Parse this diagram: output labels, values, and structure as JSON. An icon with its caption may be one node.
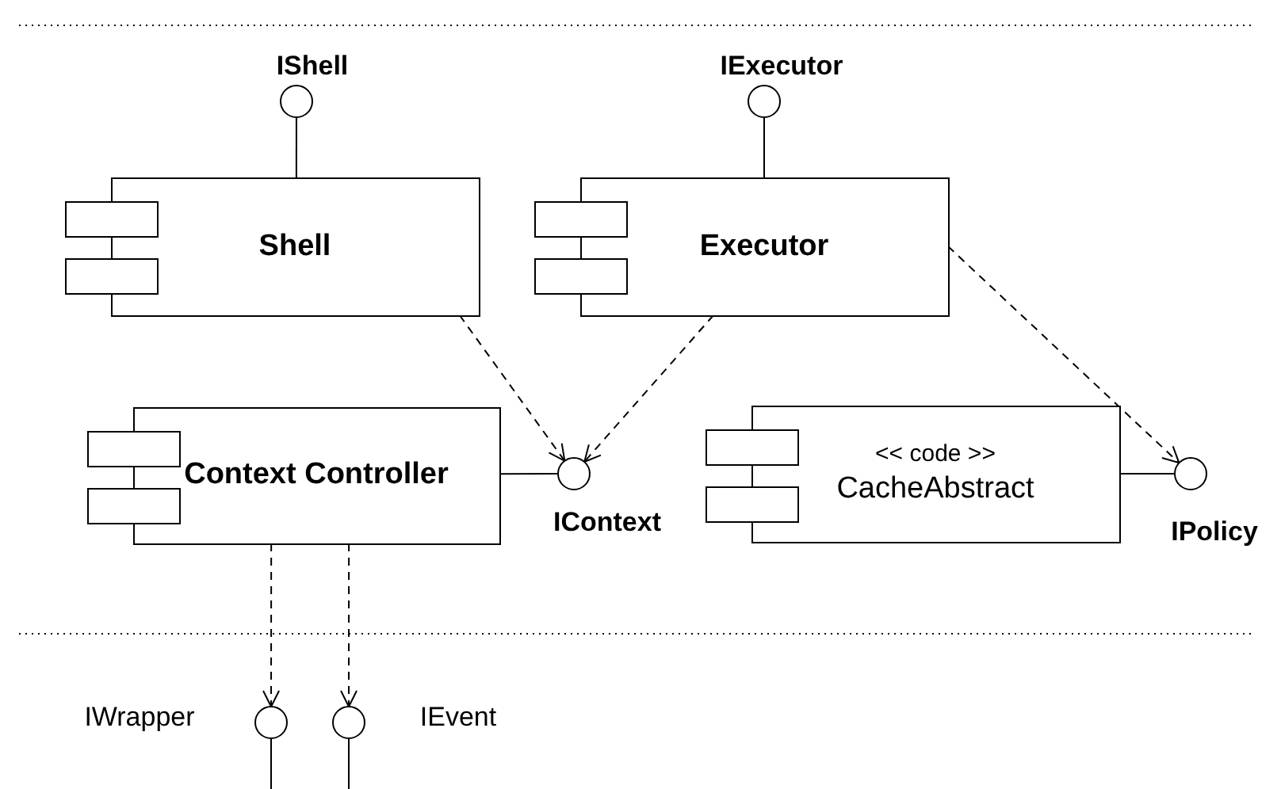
{
  "diagram": {
    "nodes": [
      {
        "text": [
          "IShell"
        ]
      },
      {
        "text": [
          "IExecutor"
        ]
      },
      {
        "text": [
          "Shell"
        ]
      },
      {
        "text": [
          "Executor"
        ]
      },
      {
        "text": [
          "Context Controller"
        ]
      },
      {
        "text": [
          "IContext"
        ]
      },
      {
        "text": [
          "<< code >>",
          "CacheAbstract"
        ]
      },
      {
        "text": [
          "IPolicy"
        ]
      },
      {
        "text": [
          "IWrapper"
        ]
      },
      {
        "text": [
          "IEvent"
        ]
      }
    ],
    "edges": [
      {
        "from": 2,
        "to": 0,
        "arrow": "none"
      },
      {
        "from": 3,
        "to": 1,
        "arrow": "none"
      },
      {
        "from": 4,
        "to": 5,
        "arrow": "none"
      },
      {
        "from": 6,
        "to": 7,
        "arrow": "none"
      },
      {
        "from": 2,
        "to": 5,
        "arrow": "to",
        "style": "dashed"
      },
      {
        "from": 3,
        "to": 5,
        "arrow": "to",
        "style": "dashed"
      },
      {
        "from": 3,
        "to": 7,
        "arrow": "to",
        "style": "dashed"
      },
      {
        "from": 4,
        "to": 8,
        "arrow": "to",
        "style": "dashed"
      },
      {
        "from": 4,
        "to": 9,
        "arrow": "to",
        "style": "dashed"
      },
      {
        "from": 8,
        "to": null,
        "arrow": "none"
      },
      {
        "from": 9,
        "to": null,
        "arrow": "none"
      }
    ]
  }
}
